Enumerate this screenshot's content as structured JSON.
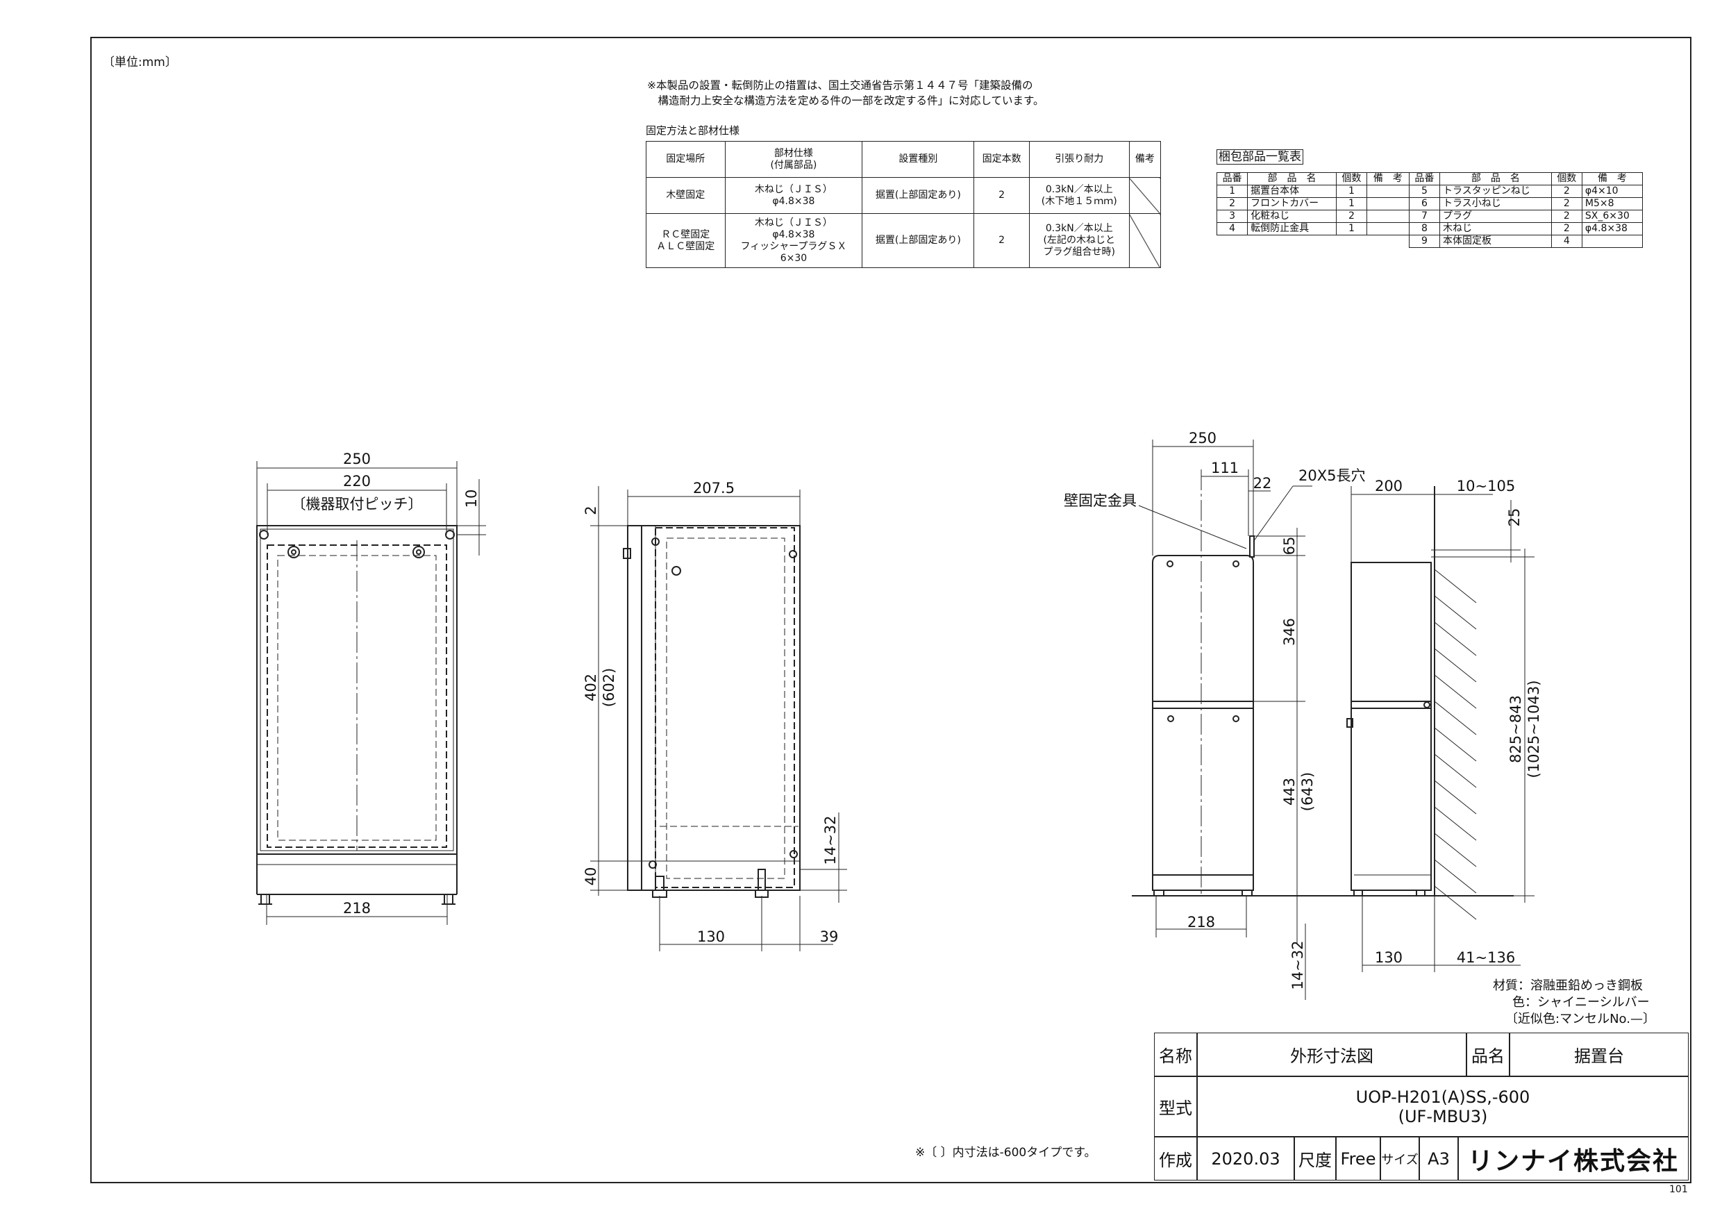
{
  "unit_label": "〔単位:mm〕",
  "notice": {
    "line1": "※本製品の設置・転倒防止の措置は、国土交通省告示第１４４７号「建築設備の",
    "line2": "　構造耐力上安全な構造方法を定める件の一部を改定する件」に対応しています。"
  },
  "fix_table": {
    "title": "固定方法と部材仕様",
    "headers": [
      "固定場所",
      "部材仕様\n(付属部品)",
      "設置種別",
      "固定本数",
      "引張り耐力",
      "備考"
    ],
    "rows": [
      [
        "木壁固定",
        "木ねじ（ＪＩＳ）\nφ4.8×38",
        "据置(上部固定あり)",
        "2",
        "0.3kN／本以上\n(木下地１５ｍｍ)",
        ""
      ],
      [
        "ＲＣ壁固定\nＡＬＣ壁固定",
        "木ねじ（ＪＩＳ）\nφ4.8×38\nフィッシャープラグＳＸ\n6×30",
        "据置(上部固定あり)",
        "2",
        "0.3kN／本以上\n(左記の木ねじと\nプラグ組合せ時)",
        ""
      ]
    ]
  },
  "parts_table": {
    "title": "梱包部品一覧表",
    "headers": [
      "品番",
      "部　品　名",
      "個数",
      "備　考",
      "品番",
      "部　品　名",
      "個数",
      "備　考"
    ],
    "rows": [
      [
        "1",
        "据置台本体",
        "1",
        "",
        "5",
        "トラスタッピンねじ",
        "2",
        "φ4×10"
      ],
      [
        "2",
        "フロントカバー",
        "1",
        "",
        "6",
        "トラス小ねじ",
        "2",
        "M5×8"
      ],
      [
        "3",
        "化粧ねじ",
        "2",
        "",
        "7",
        "プラグ",
        "2",
        "SX_6×30"
      ],
      [
        "4",
        "転倒防止金具",
        "1",
        "",
        "8",
        "木ねじ",
        "2",
        "φ4.8×38"
      ],
      [
        "",
        "",
        "",
        "",
        "9",
        "本体固定板",
        "4",
        ""
      ]
    ]
  },
  "dims": {
    "front": {
      "w250": "250",
      "w220": "220",
      "pitch": "〔機器取付ピッチ〕",
      "d10": "10",
      "w218": "218"
    },
    "side": {
      "w207": "207.5",
      "d2": "2",
      "h402": "402",
      "h602": "(602)",
      "h40": "40",
      "d14_32": "14~32",
      "w130": "130",
      "w39": "39"
    },
    "install": {
      "w250": "250",
      "w111": "111",
      "w22": "22",
      "slot": "20X5長穴",
      "bracket": "壁固定金具",
      "h65": "65",
      "h346": "346",
      "h443": "443",
      "h643": "(643)",
      "w218": "218",
      "d14_32": "14~32",
      "w200": "200",
      "d10_105": "10~105",
      "d25": "25",
      "h825": "825~843",
      "h1025": "(1025~1043)",
      "w130": "130",
      "d41_136": "41~136"
    }
  },
  "material": {
    "line1": "材質：溶融亜鉛めっき鋼板",
    "line2": "色：シャイニーシルバー",
    "line3": "〔近似色:マンセルNo.—〕"
  },
  "footnote": "※〔 〕内寸法は-600タイプです。",
  "title_block": {
    "name_label": "名称",
    "name_value": "外形寸法図",
    "product_label": "品名",
    "product_value": "据置台",
    "model_label": "型式",
    "model_value1": "UOP-H201(A)SS,-600",
    "model_value2": "(UF-MBU3)",
    "made_label": "作成",
    "made_value": "2020.03",
    "scale_label": "尺度",
    "scale_value": "Free",
    "size_label": "サイズ",
    "size_value": "A3",
    "company": "リンナイ株式会社"
  },
  "sheet_no": "101"
}
